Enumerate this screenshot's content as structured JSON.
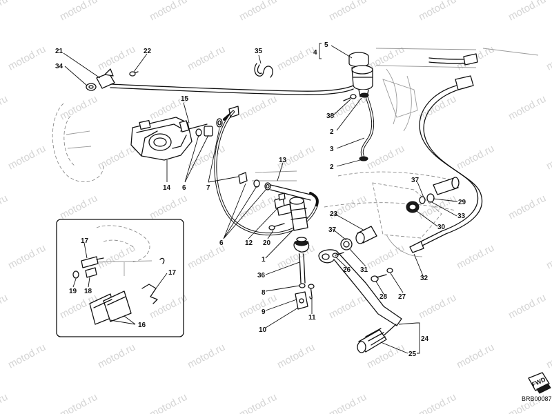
{
  "watermark": {
    "text": "motod.ru"
  },
  "callouts": {
    "c1": "1",
    "c2a": "2",
    "c2b": "2",
    "c3": "3",
    "c4": "4",
    "c5": "5",
    "c6a": "6",
    "c6b": "6",
    "c7": "7",
    "c8": "8",
    "c9": "9",
    "c10": "10",
    "c11": "11",
    "c12": "12",
    "c13": "13",
    "c14": "14",
    "c15": "15",
    "c16": "16",
    "c17a": "17",
    "c17b": "17",
    "c18": "18",
    "c19": "19",
    "c20": "20",
    "c21": "21",
    "c22": "22",
    "c23": "23",
    "c24": "24",
    "c25": "25",
    "c26": "26",
    "c27": "27",
    "c28": "28",
    "c29": "29",
    "c30": "30",
    "c31": "31",
    "c32": "32",
    "c33": "33",
    "c34": "34",
    "c35": "35",
    "c36": "36",
    "c37a": "37",
    "c37b": "37",
    "c38": "38"
  },
  "badge": {
    "text": "FWD"
  },
  "drawing_code": "BRB00087"
}
